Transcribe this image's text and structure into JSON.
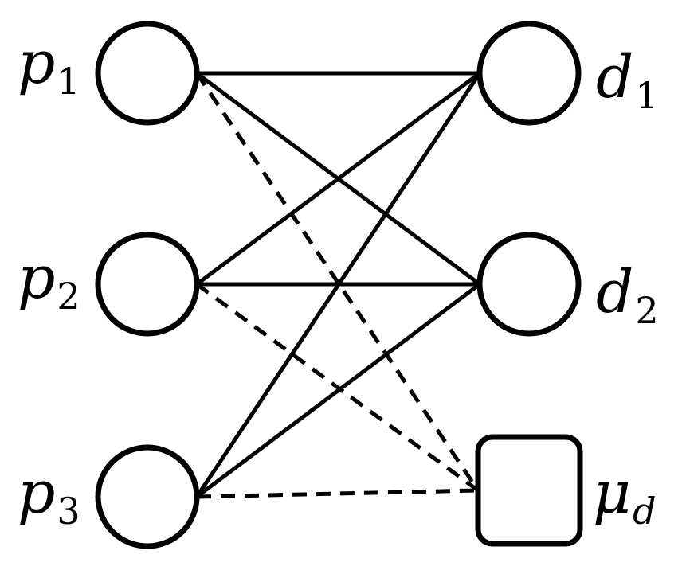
{
  "nodes": {
    "p1": {
      "base": "p",
      "sub": "1",
      "shape": "circle"
    },
    "p2": {
      "base": "p",
      "sub": "2",
      "shape": "circle"
    },
    "p3": {
      "base": "p",
      "sub": "3",
      "shape": "circle"
    },
    "d1": {
      "base": "d",
      "sub": "1",
      "shape": "circle"
    },
    "d2": {
      "base": "d",
      "sub": "2",
      "shape": "circle"
    },
    "mu_d": {
      "base": "μ",
      "sub": "d",
      "shape": "rounded-square"
    }
  },
  "edges": [
    {
      "from": "p1",
      "to": "d1",
      "style": "solid"
    },
    {
      "from": "p1",
      "to": "d2",
      "style": "solid"
    },
    {
      "from": "p1",
      "to": "mu_d",
      "style": "dashed"
    },
    {
      "from": "p2",
      "to": "d1",
      "style": "solid"
    },
    {
      "from": "p2",
      "to": "d2",
      "style": "solid"
    },
    {
      "from": "p2",
      "to": "mu_d",
      "style": "dashed"
    },
    {
      "from": "p3",
      "to": "d1",
      "style": "solid"
    },
    {
      "from": "p3",
      "to": "d2",
      "style": "solid"
    },
    {
      "from": "p3",
      "to": "mu_d",
      "style": "dashed"
    }
  ],
  "colors": {
    "stroke": "#000000",
    "fill": "#ffffff"
  }
}
